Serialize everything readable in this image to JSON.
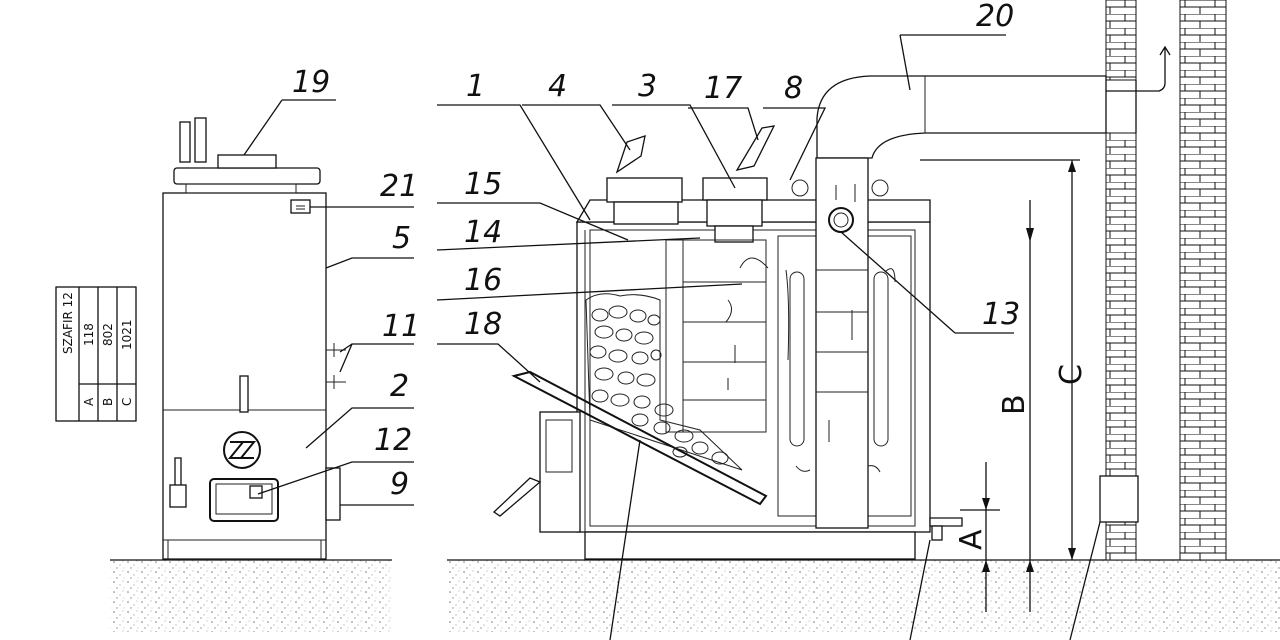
{
  "callouts": {
    "c1": "1",
    "c2": "2",
    "c3": "3",
    "c4": "4",
    "c5": "5",
    "c8": "8",
    "c9": "9",
    "c11": "11",
    "c12": "12",
    "c13": "13",
    "c14": "14",
    "c15": "15",
    "c16": "16",
    "c17": "17",
    "c18": "18",
    "c19": "19",
    "c20": "20",
    "c21": "21"
  },
  "dimensions": {
    "a": "A",
    "b": "B",
    "c": "C"
  },
  "spec_table": {
    "model": "SZAFIR 12",
    "rows": [
      {
        "label": "A",
        "value": "118"
      },
      {
        "label": "B",
        "value": "802"
      },
      {
        "label": "C",
        "value": "1021"
      }
    ]
  },
  "colors": {
    "line": "#111111",
    "ground": "#bfbfbf",
    "brick": "#111111"
  }
}
